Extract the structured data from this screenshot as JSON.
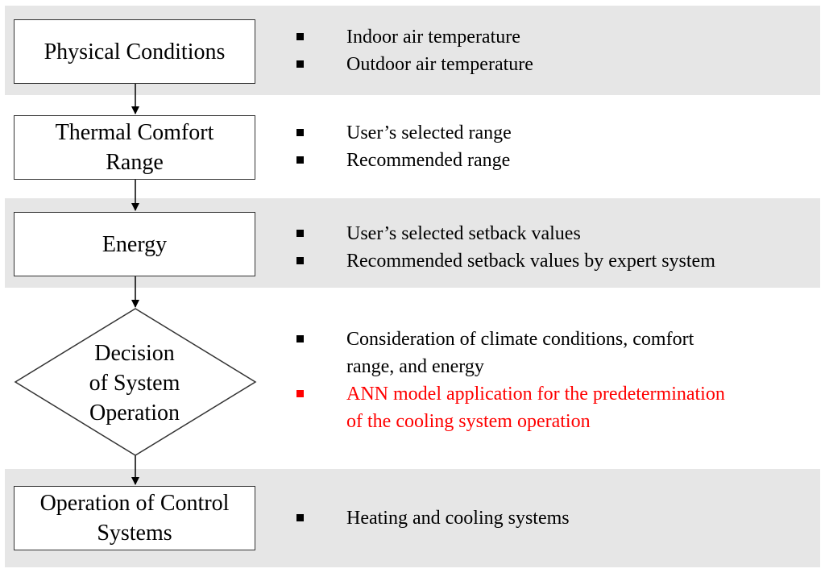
{
  "steps": [
    {
      "label_lines": [
        "Physical Conditions"
      ],
      "bullets": [
        {
          "text": "Indoor air temperature",
          "highlight": false
        },
        {
          "text": "Outdoor air temperature",
          "highlight": false
        }
      ]
    },
    {
      "label_lines": [
        "Thermal Comfort",
        "Range"
      ],
      "bullets": [
        {
          "text": "User’s selected range",
          "highlight": false
        },
        {
          "text": "Recommended range",
          "highlight": false
        }
      ]
    },
    {
      "label_lines": [
        "Energy"
      ],
      "bullets": [
        {
          "text": "User’s selected setback values",
          "highlight": false
        },
        {
          "text": "Recommended setback values by expert system",
          "highlight": false
        }
      ]
    },
    {
      "label_lines": [
        "Decision",
        "of System",
        "Operation"
      ],
      "bullets": [
        {
          "text": "Consideration of climate conditions, comfort",
          "highlight": false,
          "continuation": "range, and energy"
        },
        {
          "text": "ANN model application for the predetermination",
          "highlight": true,
          "continuation": "of the cooling system operation"
        }
      ]
    },
    {
      "label_lines": [
        "Operation of Control",
        "Systems"
      ],
      "bullets": [
        {
          "text": "Heating and cooling systems",
          "highlight": false
        }
      ]
    }
  ],
  "colors": {
    "band": "#e6e6e6",
    "box_border": "#333333",
    "highlight": "#ff0000"
  }
}
